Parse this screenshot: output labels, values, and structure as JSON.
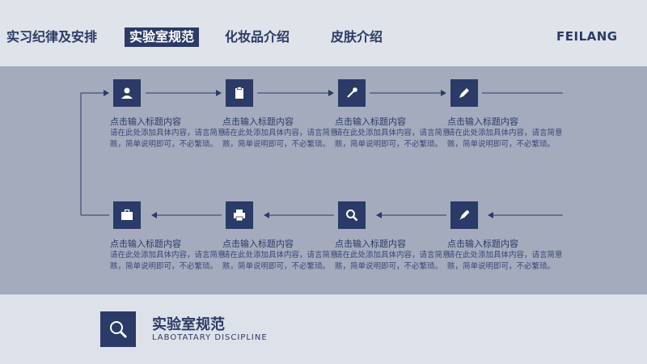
{
  "nav": {
    "items": [
      {
        "label": "实习纪律及安排",
        "active": false
      },
      {
        "label": "实验室规范",
        "active": true
      },
      {
        "label": "化妆品介绍",
        "active": false
      },
      {
        "label": "皮肤介绍",
        "active": false
      }
    ],
    "brand": "FEILANG"
  },
  "steps": [
    {
      "icon": "user-icon",
      "title": "点击输入标题内容",
      "desc": "请在此处添加具体内容，请言简意赅，简单说明即可，不必繁琐。"
    },
    {
      "icon": "clipboard-icon",
      "title": "点击输入标题内容",
      "desc": "请在此处添加具体内容，请言简意赅，简单说明即可，不必繁琐。"
    },
    {
      "icon": "pipette-icon",
      "title": "点击输入标题内容",
      "desc": "请在此处添加具体内容，请言简意赅，简单说明即可，不必繁琐。"
    },
    {
      "icon": "pencil-icon",
      "title": "点击输入标题内容",
      "desc": "请在此处添加具体内容，请言简意赅，简单说明即可，不必繁琐。"
    },
    {
      "icon": "briefcase-icon",
      "title": "点击输入标题内容",
      "desc": "请在此处添加具体内容，请言简意赅，简单说明即可，不必繁琐。"
    },
    {
      "icon": "printer-icon",
      "title": "点击输入标题内容",
      "desc": "请在此处添加具体内容，请言简意赅，简单说明即可，不必繁琐。"
    },
    {
      "icon": "search-icon",
      "title": "点击输入标题内容",
      "desc": "请在此处添加具体内容，请言简意赅，简单说明即可，不必繁琐。"
    },
    {
      "icon": "rocket-icon",
      "title": "点击输入标题内容",
      "desc": "请在此处添加具体内容，请言简意赅，简单说明即可，不必繁琐。"
    }
  ],
  "footer": {
    "title": "实验室规范",
    "subtitle": "LABOTATARY DISCIPLINE",
    "icon": "magnifier-icon"
  },
  "colors": {
    "primary": "#2b3a67",
    "band": "#a3abbd",
    "background": "#dde1e9"
  }
}
